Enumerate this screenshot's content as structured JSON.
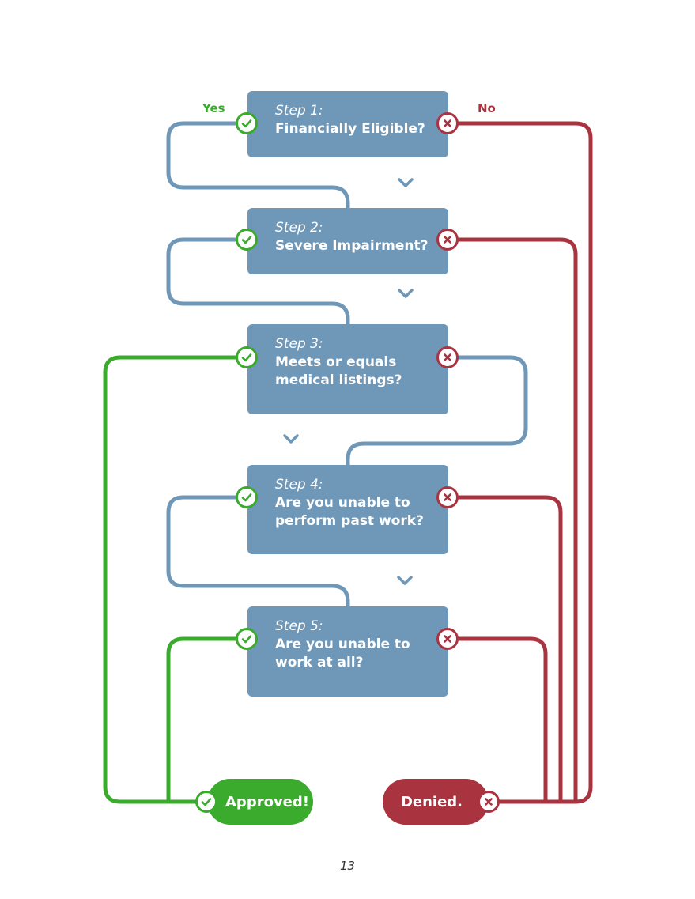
{
  "colors": {
    "box": "#6f97b8",
    "yes": "#3bab2d",
    "no": "#a93440",
    "flow": "#6f97b8"
  },
  "branches": {
    "yes_label": "Yes",
    "no_label": "No"
  },
  "steps": [
    {
      "label": "Step 1:",
      "question": "Financially Eligible?"
    },
    {
      "label": "Step 2:",
      "question": "Severe Impairment?"
    },
    {
      "label": "Step 3:",
      "question": "Meets or equals\nmedical listings?"
    },
    {
      "label": "Step 4:",
      "question": "Are you unable to\nperform past work?"
    },
    {
      "label": "Step 5:",
      "question": "Are you unable to\nwork at all?"
    }
  ],
  "outcomes": {
    "approved": "Approved!",
    "denied": "Denied."
  },
  "icons": {
    "yes": "check-icon",
    "no": "x-icon",
    "next": "chevron-down-icon"
  },
  "page_number": "13"
}
